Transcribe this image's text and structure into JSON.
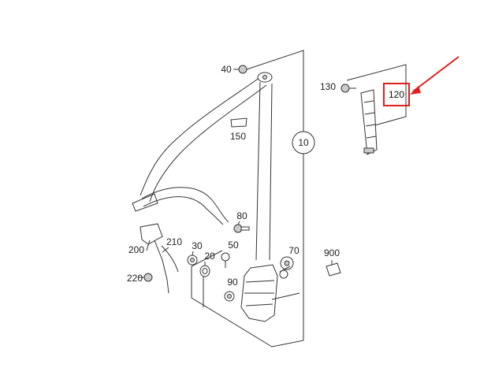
{
  "colors": {
    "line": "#333333",
    "highlight": "#e11d1d",
    "background": "#ffffff"
  },
  "callouts": {
    "c10": "10",
    "c20": "20",
    "c30": "30",
    "c40": "40",
    "c50": "50",
    "c70": "70",
    "c80": "80",
    "c90": "90",
    "c120": "120",
    "c130": "130",
    "c150": "150",
    "c200": "200",
    "c210": "210",
    "c220": "220",
    "c900": "900"
  },
  "highlighted_part": "120"
}
